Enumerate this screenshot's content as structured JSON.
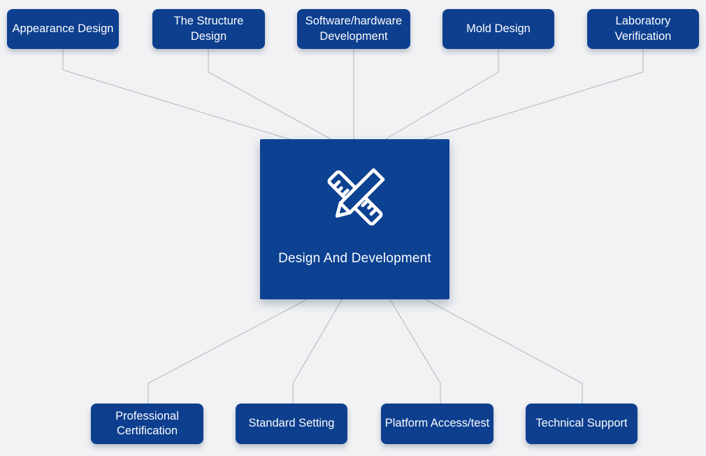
{
  "theme": {
    "bg_color": "#f1f2f4",
    "box_color": "#0d3f8e",
    "center_box_color": "#0d4191",
    "line_color": "#b3b5b9",
    "text_color": "#fafcff"
  },
  "diagram": {
    "center": {
      "label": "Design And Development",
      "icon": "pencil-ruler-cross-icon"
    },
    "top": [
      {
        "label": "Appearance Design"
      },
      {
        "label": "The Structure Design"
      },
      {
        "label": "Software/hardware Development"
      },
      {
        "label": "Mold Design"
      },
      {
        "label": "Laboratory Verification"
      }
    ],
    "bottom": [
      {
        "label": "Professional Certification"
      },
      {
        "label": "Standard Setting"
      },
      {
        "label": "Platform Access/test"
      },
      {
        "label": "Technical Support"
      }
    ]
  }
}
